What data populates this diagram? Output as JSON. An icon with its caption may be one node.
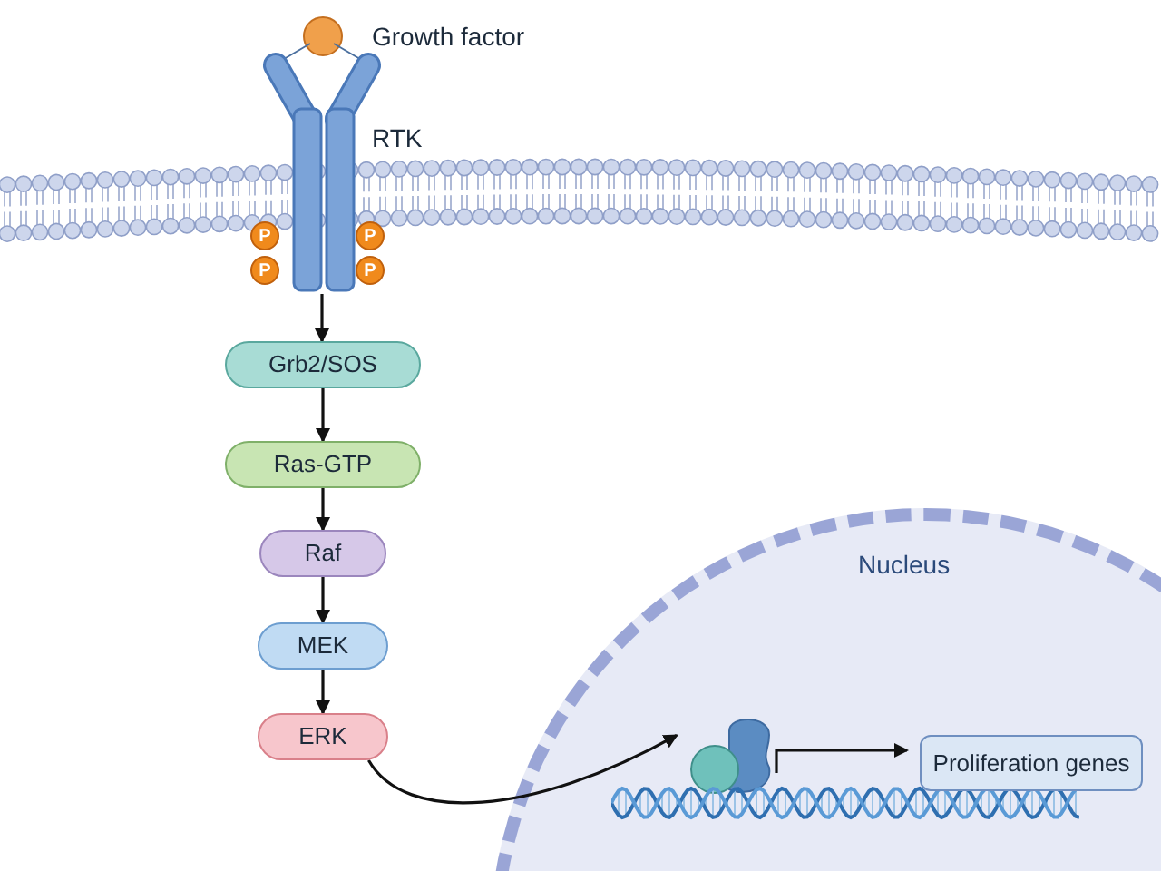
{
  "diagram": {
    "nodes": [
      {
        "text": [],
        "shape": "circle"
      },
      {
        "text": [],
        "shape": "picture",
        "beside": [
          "RTK"
        ]
      },
      {
        "text": [
          "Grb2/SOS"
        ]
      },
      {
        "text": [
          "Ras-GTP"
        ]
      },
      {
        "text": [
          "Raf"
        ]
      },
      {
        "text": [
          "MEK"
        ]
      },
      {
        "text": [
          "ERK"
        ]
      },
      {
        "text": [
          "Nucleus"
        ]
      },
      {
        "text": [],
        "shape": "picture",
        "in": 7
      },
      {
        "text": [],
        "shape": "picture",
        "in": 7
      },
      {
        "text": [
          "Proliferation genes"
        ],
        "in": 7
      }
    ],
    "edges": [
      {
        "from": 1,
        "to": 2,
        "arrow": "to"
      },
      {
        "from": 2,
        "to": 3,
        "arrow": "to"
      },
      {
        "from": 3,
        "to": 4,
        "arrow": "to"
      },
      {
        "from": 4,
        "to": 5,
        "arrow": "to"
      },
      {
        "from": 5,
        "to": 6,
        "arrow": "to"
      },
      {
        "from": 6,
        "to": 8,
        "arrow": "to"
      },
      {
        "from": 9,
        "to": 10,
        "arrow": "to"
      }
    ],
    "labels": [
      "Growth factor",
      "P",
      "P",
      "P",
      "P"
    ]
  }
}
